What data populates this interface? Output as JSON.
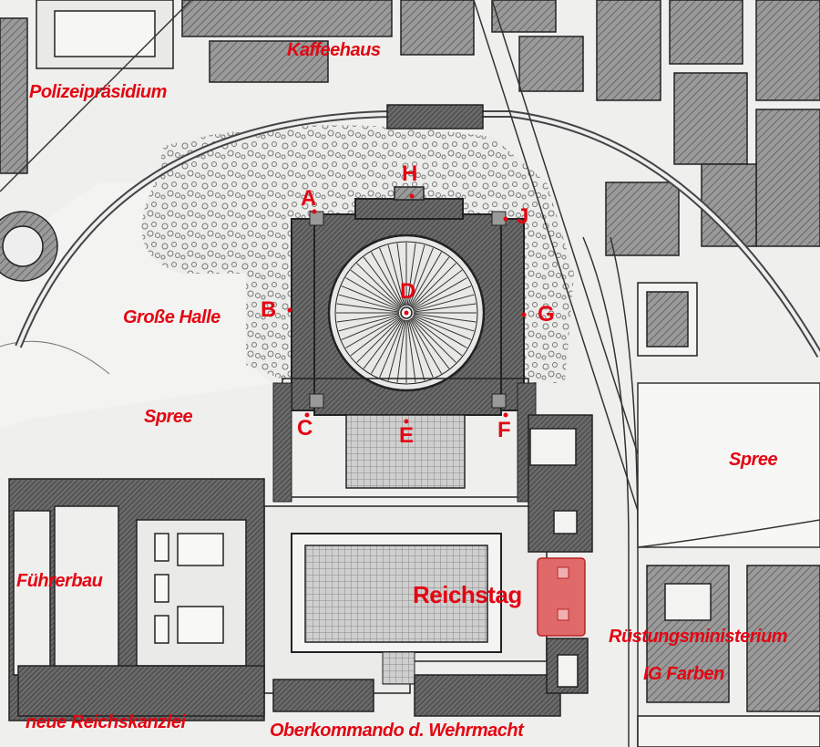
{
  "map": {
    "labels": {
      "kaffeehaus": "Kaffeehaus",
      "polizeipraesidium": "Polizeipräsidium",
      "grosse_halle": "Große Halle",
      "spree_west": "Spree",
      "spree_east": "Spree",
      "fuehrerbau": "Führerbau",
      "reichstag": "Reichstag",
      "ruestungsministerium": "Rüstungsministerium",
      "ig_farben": "IG Farben",
      "neue_reichskanzlei": "neue Reichskanzlei",
      "okw": "Oberkommando d. Wehrmacht"
    },
    "points": {
      "a": "A",
      "b": "B",
      "c": "C",
      "d": "D",
      "e": "E",
      "f": "F",
      "g": "G",
      "h": "H",
      "j": "J"
    },
    "colors": {
      "annotation": "#e30613",
      "reichstag_fill": "#e06a6a",
      "building_dark": "#5c5c5c",
      "park": "#e4e4e0",
      "water": "#f5f5f3"
    }
  }
}
